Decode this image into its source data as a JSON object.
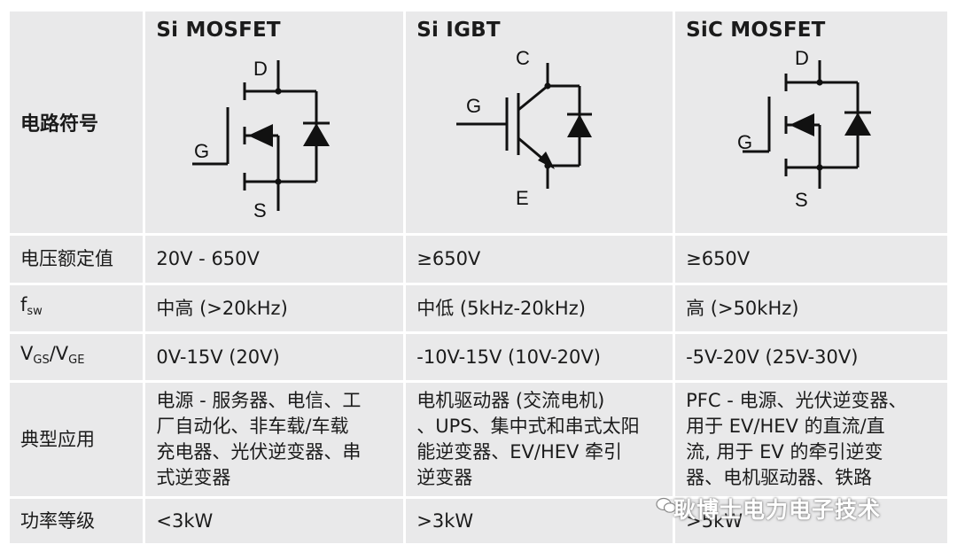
{
  "columns": [
    "Si MOSFET",
    "Si IGBT",
    "SiC MOSFET"
  ],
  "rows": {
    "symbol": {
      "label": "电路符号"
    },
    "voltage": {
      "label": "电压额定值",
      "values": [
        "20V - 650V",
        "≥650V",
        "≥650V"
      ]
    },
    "fsw": {
      "label_main": "f",
      "label_sub": "sw",
      "values": [
        "中高 (>20kHz)",
        "中低 (5kHz-20kHz)",
        "高 (>50kHz)"
      ]
    },
    "vgs": {
      "label_v1": "V",
      "label_sub1": "GS",
      "label_slash": "/V",
      "label_sub2": "GE",
      "values": [
        "0V-15V (20V)",
        "-10V-15V (10V-20V)",
        "-5V-20V (25V-30V)"
      ]
    },
    "apps": {
      "label": "典型应用",
      "values": [
        [
          "电源 - 服务器、电信、工",
          "厂自动化、非车载/车载",
          "充电器、光伏逆变器、串",
          "式逆变器"
        ],
        [
          "电机驱动器 (交流电机)",
          "、UPS、集中式和串式太阳",
          "能逆变器、EV/HEV 牵引",
          "逆变器"
        ],
        [
          "PFC - 电源、光伏逆变器、",
          "用于 EV/HEV 的直流/直",
          "流, 用于 EV 的牵引逆变",
          "器、电机驱动器、铁路"
        ]
      ]
    },
    "power": {
      "label": "功率等级",
      "values": [
        "<3kW",
        ">3kW",
        ">5kW"
      ]
    }
  },
  "symbols": {
    "mosfet": {
      "d": "D",
      "g": "G",
      "s": "S"
    },
    "igbt": {
      "c": "C",
      "g": "G",
      "e": "E"
    },
    "sic": {
      "d": "D",
      "g": "G",
      "s": "S"
    }
  },
  "watermark": "耿博士电力电子技术",
  "colors": {
    "cell": "#e9e9ea",
    "text": "#1b1b1b",
    "line": "#111111"
  }
}
